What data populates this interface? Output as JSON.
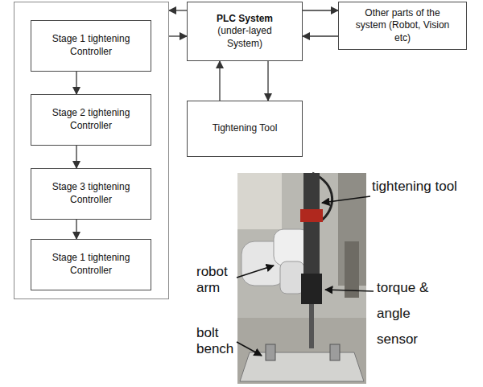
{
  "diagram": {
    "nodes": [
      {
        "text": []
      },
      {
        "text": [
          "Stage 1 tightening Controller"
        ],
        "in": 0
      },
      {
        "text": [
          "Stage 2 tightening Controller"
        ],
        "in": 0
      },
      {
        "text": [
          "Stage 3 tightening Controller"
        ],
        "in": 0
      },
      {
        "text": [
          "Stage 1 tightening Controller"
        ],
        "in": 0
      },
      {
        "text": [
          "PLC System",
          "(under-layed System)"
        ]
      },
      {
        "text": [
          "Other parts of the system (Robot, Vision etc)"
        ]
      },
      {
        "text": [
          "Tightening Tool"
        ]
      }
    ],
    "edges": [
      {
        "from": 1,
        "to": 2,
        "arrow": "to"
      },
      {
        "from": 2,
        "to": 3,
        "arrow": "to"
      },
      {
        "from": 3,
        "to": 4,
        "arrow": "to"
      },
      {
        "from": 5,
        "to": 0,
        "arrow": "to"
      },
      {
        "from": 0,
        "to": 5,
        "arrow": "to"
      },
      {
        "from": 5,
        "to": 6,
        "arrow": "to"
      },
      {
        "from": 6,
        "to": 5,
        "arrow": "to"
      },
      {
        "from": 7,
        "to": 5,
        "arrow": "to"
      },
      {
        "from": 5,
        "to": 7,
        "arrow": "to"
      }
    ],
    "labels": [
      "tightening tool",
      "robot arm",
      "torque & angle sensor",
      "bolt bench"
    ]
  }
}
